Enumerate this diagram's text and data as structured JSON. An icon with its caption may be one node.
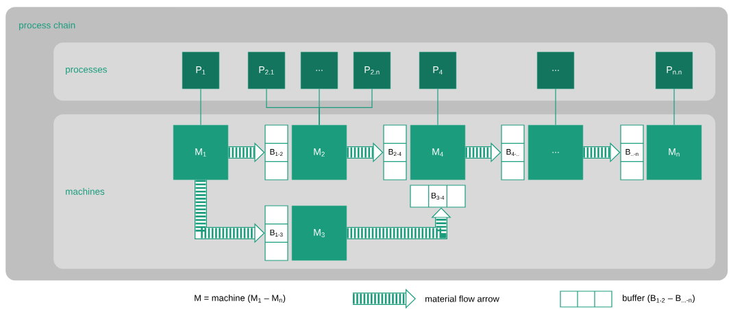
{
  "diagram": {
    "nodes": [
      {
        "text": [
          "process chain"
        ]
      },
      {
        "text": [
          "processes"
        ],
        "in": 0
      },
      {
        "text": [
          "machines"
        ],
        "in": 0
      },
      {
        "text": [
          "P$_{1}$"
        ],
        "in": 1
      },
      {
        "text": [
          "P$_{2.1}$"
        ],
        "in": 1
      },
      {
        "text": [
          "..."
        ],
        "in": 1
      },
      {
        "text": [
          "P$_{2.n}$"
        ],
        "in": 1
      },
      {
        "text": [
          "P$_{4}$"
        ],
        "in": 1
      },
      {
        "text": [
          "..."
        ],
        "in": 1
      },
      {
        "text": [
          "P$_{n.n}$"
        ],
        "in": 1
      },
      {
        "text": [
          "M$_{1}$"
        ],
        "in": 2
      },
      {
        "text": [
          "B$_{1-2}$"
        ],
        "in": 2
      },
      {
        "text": [
          "M$_{2}$"
        ],
        "in": 2
      },
      {
        "text": [
          "B$_{2-4}$"
        ],
        "in": 2
      },
      {
        "text": [
          "M$_{4}$"
        ],
        "in": 2
      },
      {
        "text": [
          "B$_{4-..}$"
        ],
        "in": 2
      },
      {
        "text": [
          "..."
        ],
        "in": 2
      },
      {
        "text": [
          "B$_{..-n}$"
        ],
        "in": 2
      },
      {
        "text": [
          "M$_{n}$"
        ],
        "in": 2
      },
      {
        "text": [
          "B$_{3-4}$"
        ],
        "in": 2
      },
      {
        "text": [
          "B$_{1-3}$"
        ],
        "in": 2
      },
      {
        "text": [
          "M$_{3}$"
        ],
        "in": 2
      }
    ],
    "edges": [
      {
        "from": 3,
        "to": 10,
        "arrow": "none"
      },
      {
        "from": 4,
        "to": 12,
        "arrow": "none"
      },
      {
        "from": 5,
        "to": 12,
        "arrow": "none"
      },
      {
        "from": 6,
        "to": 12,
        "arrow": "none"
      },
      {
        "from": 7,
        "to": 14,
        "arrow": "none"
      },
      {
        "from": 8,
        "to": 16,
        "arrow": "none"
      },
      {
        "from": 9,
        "to": 18,
        "arrow": "none"
      },
      {
        "from": 10,
        "to": 11,
        "arrow": "to",
        "style": "thick"
      },
      {
        "from": 12,
        "to": 13,
        "arrow": "to",
        "style": "thick"
      },
      {
        "from": 14,
        "to": 15,
        "arrow": "to",
        "style": "thick"
      },
      {
        "from": 16,
        "to": 17,
        "arrow": "to",
        "style": "thick"
      },
      {
        "from": 10,
        "to": 20,
        "arrow": "to",
        "style": "thick"
      },
      {
        "from": 21,
        "to": 19,
        "arrow": "to",
        "style": "thick"
      }
    ],
    "labels": [
      "M = machine (M$_{1}$ – M$_{n}$)"
    ],
    "legend": [
      {
        "text": "material flow arrow"
      },
      {
        "text": "buffer (B$_{1-2}$ – B$_{...-n}$)"
      }
    ]
  }
}
